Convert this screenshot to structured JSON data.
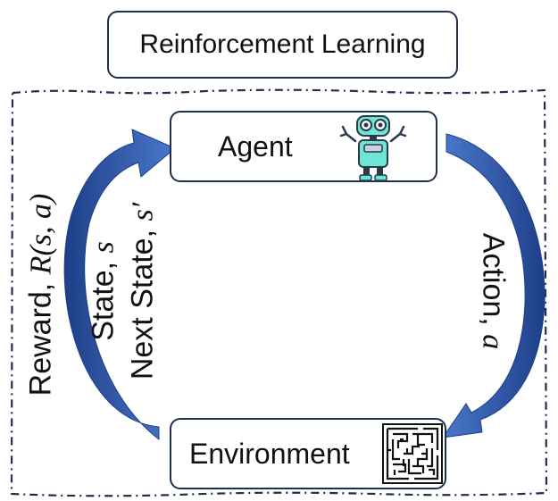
{
  "diagram": {
    "title": "Reinforcement Learning",
    "agent": {
      "label": "Agent",
      "icon": "robot-icon"
    },
    "environment": {
      "label": "Environment",
      "icon": "maze-icon"
    },
    "edges": {
      "action": {
        "text": "Action, ",
        "symbol": "a"
      },
      "reward": {
        "text": "Reward, ",
        "symbol": "R(s, a)"
      },
      "state": {
        "text": "State, ",
        "symbol": "s"
      },
      "next_state": {
        "text": "Next State, ",
        "symbol": "s′"
      }
    },
    "colors": {
      "arrow": "#3a64b8",
      "arrow_dark": "#1e3f88",
      "border": "#1f2f4f",
      "robot": "#5fe0cc"
    }
  }
}
